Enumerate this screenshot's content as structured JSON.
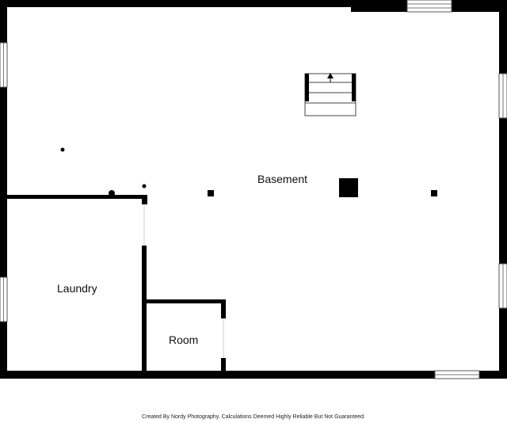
{
  "floorplan": {
    "rooms": {
      "basement": "Basement",
      "laundry": "Laundry",
      "room": "Room"
    },
    "footer": "Created By Nordy Photography. Calculations Deemed Highly Reliable But Not Guaranteed."
  },
  "colors": {
    "wall": "#000000",
    "background": "#ffffff",
    "window": "#cfcfcf"
  }
}
